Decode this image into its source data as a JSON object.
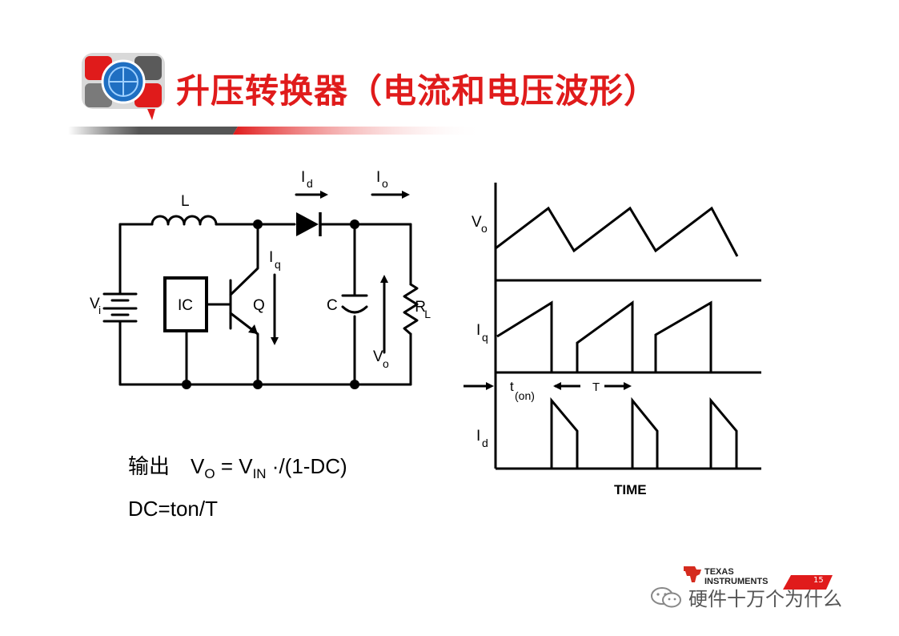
{
  "header": {
    "title": "升压转换器（电流和电压波形）"
  },
  "circuit": {
    "labels": {
      "inductor": "L",
      "input_voltage_main": "V",
      "input_voltage_sub": "i",
      "controller": "IC",
      "switch": "Q",
      "switch_current_main": "I",
      "switch_current_sub": "q",
      "diode_current_main": "I",
      "diode_current_sub": "d",
      "output_current_main": "I",
      "output_current_sub": "o",
      "capacitor": "C",
      "output_voltage_main": "V",
      "output_voltage_sub": "o",
      "load_main": "R",
      "load_sub": "L"
    }
  },
  "waveforms": {
    "vo_main": "V",
    "vo_sub": "o",
    "iq_main": "I",
    "iq_sub": "q",
    "id_main": "I",
    "id_sub": "d",
    "ton_main": "t",
    "ton_sub": "(on)",
    "period": "T",
    "time_axis": "TIME"
  },
  "formulas": {
    "line1_prefix": "输出",
    "line1_v": "V",
    "line1_o": "O",
    "line1_eq": " = V",
    "line1_in": "IN",
    "line1_rest": " ·/(1-DC)",
    "line2": "DC=ton/T"
  },
  "footer": {
    "company_line1": "TEXAS",
    "company_line2": "INSTRUMENTS",
    "page_number": "15",
    "watermark": "硬件十万个为什么"
  },
  "colors": {
    "accent_red": "#e01b1b",
    "ink": "#000000"
  }
}
